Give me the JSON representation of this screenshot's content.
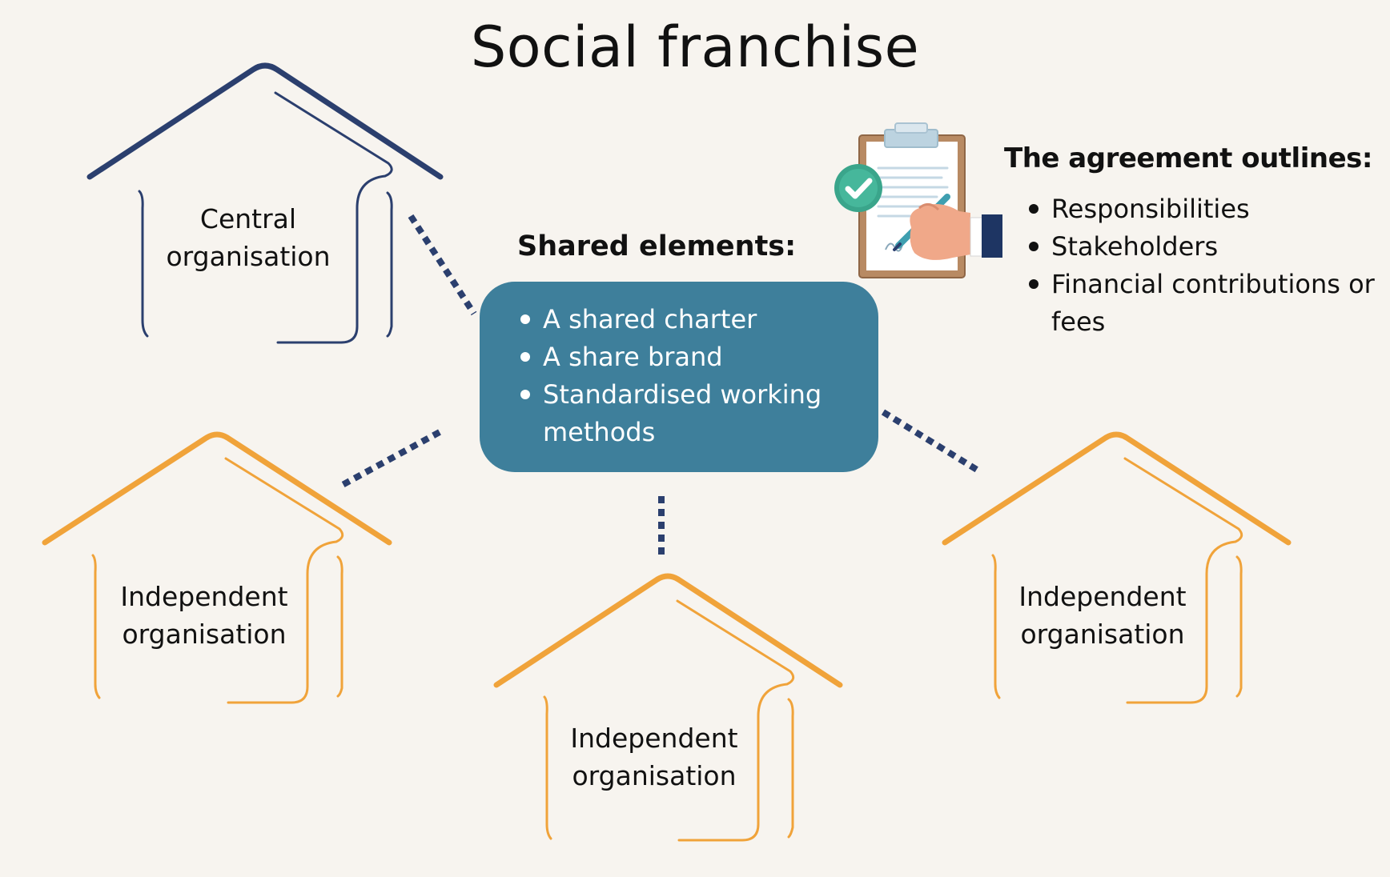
{
  "title": "Social franchise",
  "colors": {
    "background": "#f7f4ef",
    "central_house": "#2b3f6e",
    "independent_house": "#f0a33a",
    "shared_box": "#3e7f9b",
    "connector": "#2b3f6e"
  },
  "central": {
    "label_line1": "Central",
    "label_line2": "organisation"
  },
  "independents": [
    {
      "label_line1": "Independent",
      "label_line2": "organisation"
    },
    {
      "label_line1": "Independent",
      "label_line2": "organisation"
    },
    {
      "label_line1": "Independent",
      "label_line2": "organisation"
    }
  ],
  "shared": {
    "heading": "Shared elements:",
    "items": [
      "A shared charter",
      "A share brand",
      "Standardised working methods"
    ]
  },
  "agreement": {
    "heading": "The agreement outlines:",
    "items": [
      "Responsibilities",
      "Stakeholders",
      "Financial contributions or fees"
    ],
    "icon": "clipboard-signing-icon"
  }
}
